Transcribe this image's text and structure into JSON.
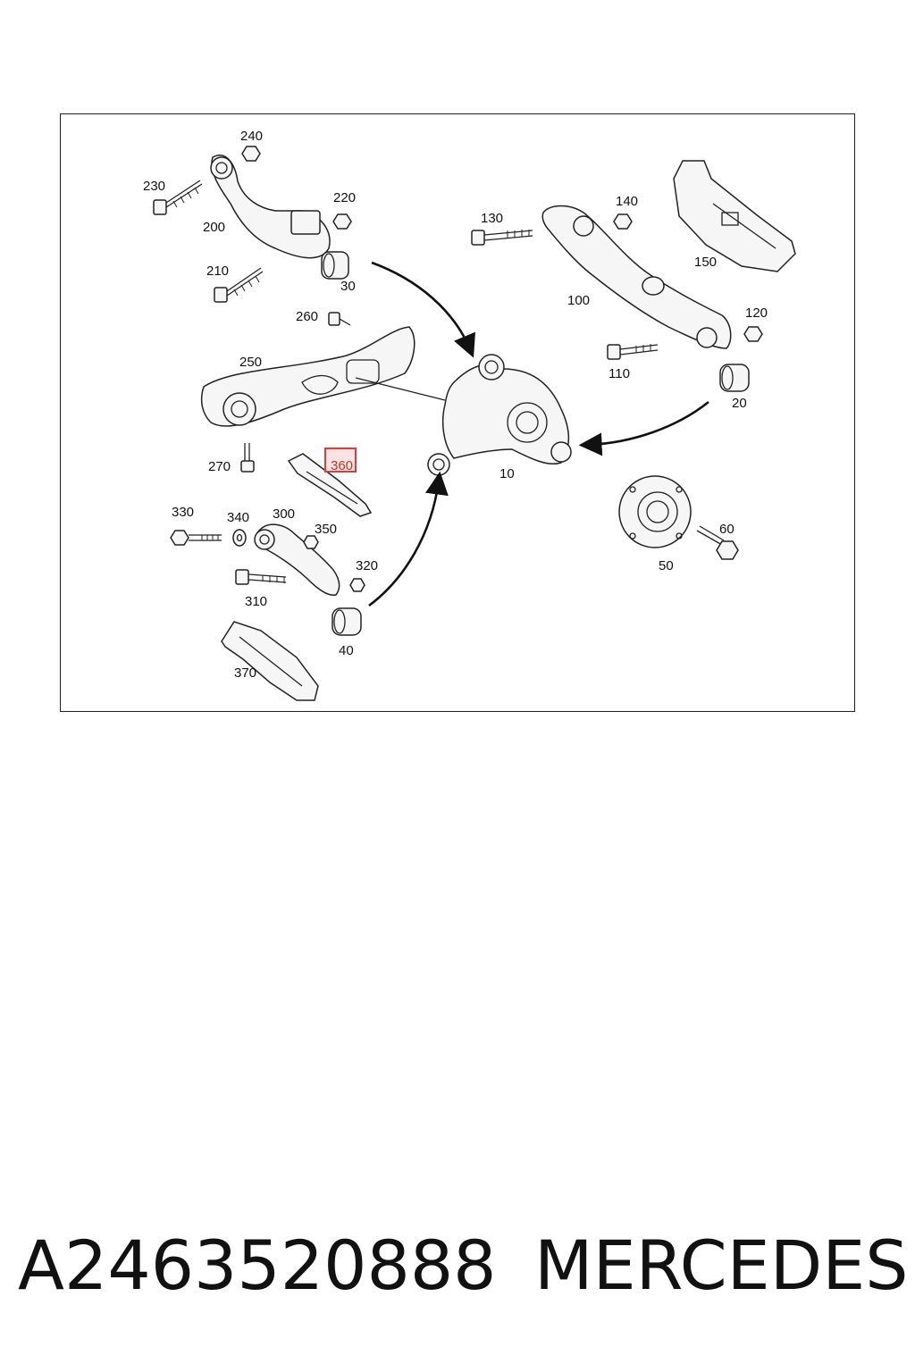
{
  "diagram": {
    "callouts": {
      "c10": "10",
      "c20": "20",
      "c30": "30",
      "c40": "40",
      "c50": "50",
      "c60": "60",
      "c100": "100",
      "c110": "110",
      "c120": "120",
      "c130": "130",
      "c140": "140",
      "c150": "150",
      "c200": "200",
      "c210": "210",
      "c220": "220",
      "c230": "230",
      "c240": "240",
      "c250": "250",
      "c260": "260",
      "c270": "270",
      "c300": "300",
      "c310": "310",
      "c320": "320",
      "c330": "330",
      "c340": "340",
      "c350": "350",
      "c360": "360",
      "c370": "370"
    },
    "highlighted_callout": "360",
    "highlight_color": "#e03a3a"
  },
  "footer": {
    "part_number": "A2463520888",
    "brand": "MERCEDES"
  }
}
